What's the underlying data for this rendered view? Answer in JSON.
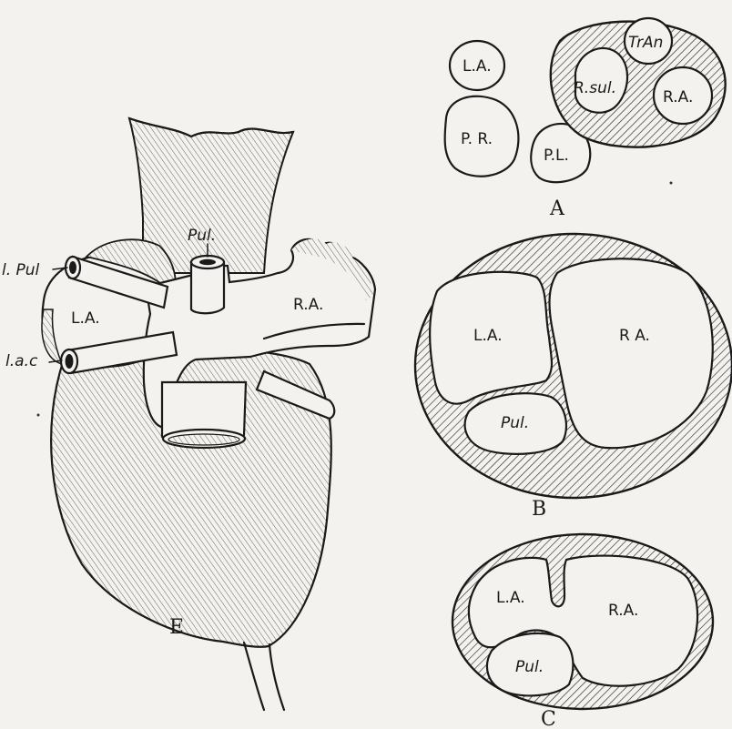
{
  "figure": {
    "panels": {
      "A": {
        "letter": "A",
        "labels": {
          "la": "L.A.",
          "pr": "P. R.",
          "pl": "P.L.",
          "rsub": "R.sul.",
          "tran": "TrAn",
          "ra": "R.A."
        }
      },
      "B": {
        "letter": "B",
        "labels": {
          "la": "L.A.",
          "ra": "R A.",
          "pul": "Pul."
        }
      },
      "C": {
        "letter": "C",
        "labels": {
          "la": "L.A.",
          "ra": "R.A.",
          "pul": "Pul."
        }
      },
      "E": {
        "letter": "E",
        "labels": {
          "pul": "Pul.",
          "lpul": "l. Pul",
          "la": "L.A.",
          "lac": "l.a.c",
          "ra": "R.A."
        }
      }
    }
  }
}
